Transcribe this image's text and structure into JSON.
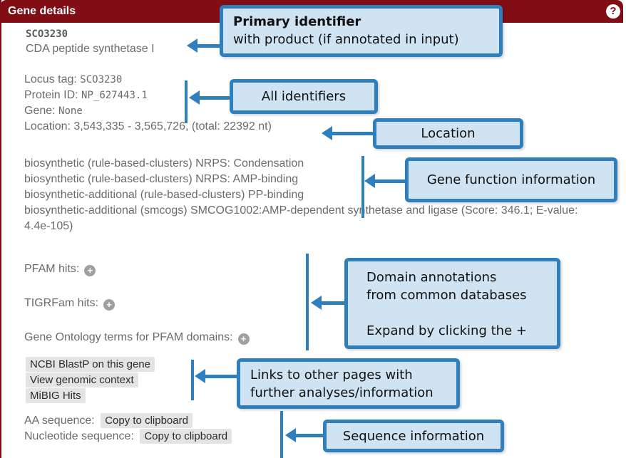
{
  "colors": {
    "header_red": "#810e15",
    "callout_border_blue": "#2e7fbe",
    "callout_fill_blue": "#cfe3f2",
    "body_text_gray": "#6b6b6b",
    "button_gray": "#e4e4e4"
  },
  "panel": {
    "title": "Gene details",
    "help_icon": "?"
  },
  "icons": {
    "plus": "+"
  },
  "gene": {
    "name": "SCO3230",
    "product": "CDA peptide synthetase I",
    "identifiers": [
      {
        "label": "Locus tag: ",
        "value": "SCO3230"
      },
      {
        "label": "Protein ID: ",
        "value": "NP_627443.1"
      },
      {
        "label": "Gene: ",
        "value": "None"
      }
    ],
    "location_line": "Location: 3,543,335 - 3,565,726, (total: 22392 nt)",
    "functions": [
      "biosynthetic (rule-based-clusters) NRPS: Condensation",
      "biosynthetic (rule-based-clusters) NRPS: AMP-binding",
      "biosynthetic-additional (rule-based-clusters) PP-binding",
      "biosynthetic-additional (smcogs) SMCOG1002:AMP-dependent synthetase and ligase (Score: 346.1; E-value: 4.4e-105)"
    ],
    "expandables": [
      {
        "label": "PFAM hits:"
      },
      {
        "label": "TIGRFam hits:"
      },
      {
        "label": "Gene Ontology terms for PFAM domains:"
      }
    ],
    "links": [
      {
        "label": "NCBI BlastP on this gene"
      },
      {
        "label": "View genomic context"
      },
      {
        "label": "MiBIG Hits"
      }
    ],
    "sequences": [
      {
        "label": "AA sequence:",
        "button": "Copy to clipboard"
      },
      {
        "label": "Nucleotide sequence:",
        "button": "Copy to clipboard"
      }
    ]
  },
  "callouts": {
    "primary": {
      "title": "Primary identifier",
      "subtitle": "with product (if annotated in input)"
    },
    "identifiers": {
      "label": "All identifiers"
    },
    "location": {
      "label": "Location"
    },
    "function": {
      "label": "Gene function information"
    },
    "domains": {
      "line1": "Domain annotations",
      "line2": "from common databases",
      "line3": "",
      "line4": "Expand by clicking the +"
    },
    "links": {
      "line1": "Links to other pages with",
      "line2": "further analyses/information"
    },
    "sequence": {
      "label": "Sequence information"
    }
  }
}
